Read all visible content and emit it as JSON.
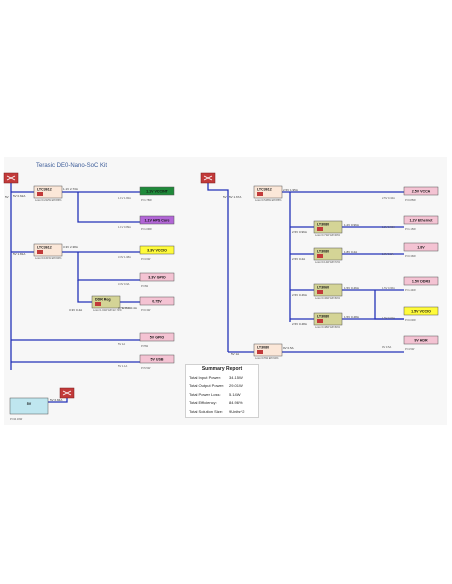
{
  "title": "Terasic DE0-Nano-SoC Kit",
  "colors": {
    "wire": "#2433b8",
    "ltc": "#fbe7d8",
    "out_pink": "#f4c3d3",
    "out_green": "#1f8a3a",
    "out_purple": "#b266d6",
    "out_yellow": "#fffb3a",
    "out_olive": "#d4d496",
    "input_blue": "#bfe6ef",
    "source_red": "#c23a3a"
  },
  "left": {
    "src_label": "5V",
    "reg1": {
      "name": "LTC3612",
      "in": "5V 0.62A",
      "out": "1.1V 2.73A",
      "loss": "Loss=0.222W  Eff=86%"
    },
    "reg2": {
      "name": "LTC3612",
      "in": "5V 1.81A",
      "out": "3.3V 2.38A",
      "loss": "Loss=0.161W  Eff=90%"
    },
    "ddr": {
      "name": "DDR Reg",
      "in": "3.3V 0.4A",
      "out": "0.75V 0.4A",
      "loss": "Loss=1.02W  Eff=22.73%",
      "iout": "0.75V 0.4A"
    },
    "loads": [
      {
        "name": "1.1V VCCINT",
        "in": "1.1V 1.82A",
        "p": "P=1.78W"
      },
      {
        "name": "1.1V HPS Core",
        "in": "1.1V 0.89A",
        "p": "P=1.09W"
      },
      {
        "name": "3.3V VCCIO",
        "in": "3.3V 1.08A",
        "p": "P=3.6W"
      },
      {
        "name": "3.3V GPIO",
        "in": "3.3V 0.9A",
        "p": "P=3W"
      },
      {
        "name": "0.75V",
        "in": "0.75V 0.4A",
        "p": "P=0.3W"
      },
      {
        "name": "5V GPIO",
        "in": "5V 1A",
        "p": "P=5W"
      },
      {
        "name": "5V USB",
        "in": "5V 1.1A",
        "p": "P=5.5W"
      }
    ]
  },
  "right": {
    "src_label": "5V",
    "reg_main": {
      "name": "LTC3612",
      "in": "5V 1.67A",
      "out": "2.5V 1.95A",
      "loss": "Loss=0.548W  Eff=85%"
    },
    "reg_bottom": {
      "name": "LT3080",
      "in": "5V 1A",
      "out": "9V 0.5A",
      "loss": "Loss=0.5W  Eff=90%"
    },
    "ldos": [
      {
        "name": "LT3080",
        "in": "2.5V 0.96A",
        "out": "1.2V 0.96A",
        "loss": "Loss=0.73W  Eff=48%"
      },
      {
        "name": "LT3080",
        "in": "2.5V 0.2A",
        "out": "1.8V 0.2A",
        "loss": "Loss=0.14W  Eff=72%"
      },
      {
        "name": "LT3060",
        "in": "2.5V 0.46A",
        "out": "1.5V 0.46A",
        "loss": "Loss=0.46W  Eff=60%"
      },
      {
        "name": "LT3080",
        "in": "2.5V 0.48A",
        "out": "1.5V 0.48A",
        "loss": "Loss=0.48W  Eff=60%"
      }
    ],
    "loads": [
      {
        "name": "2.5V VCCA",
        "in": "2.5V 0.34A",
        "p": "P=0.85W"
      },
      {
        "name": "1.2V Ethernet",
        "in": "1.2V 0.96A",
        "p": "P=1.15W"
      },
      {
        "name": "1.8V",
        "in": "1.8V 0.2A",
        "p": "P=0.36W"
      },
      {
        "name": "1.5V DDR3",
        "in": "1.5V 0.96A",
        "p": "P=1.44W"
      },
      {
        "name": "1.5V VCCIO",
        "in": "1.5V 0.02A",
        "p": "P=0.03W"
      },
      {
        "name": "9V HDR",
        "in": "9V 0.5A",
        "p": "P=4.5W"
      }
    ]
  },
  "input": {
    "name": "5V",
    "out": "5V 6.84A",
    "p": "P=34.19W"
  },
  "summary": {
    "heading": "Summary Report",
    "rows": [
      {
        "k": "Total Input Power:",
        "v": "34.15W"
      },
      {
        "k": "Total Output Power:",
        "v": "29.01W"
      },
      {
        "k": "Total Power Loss:",
        "v": "5.14W"
      },
      {
        "k": "Total Efficiency:",
        "v": "84.96%"
      },
      {
        "k": "Total Solution Size:",
        "v": "9Units^2"
      }
    ]
  }
}
